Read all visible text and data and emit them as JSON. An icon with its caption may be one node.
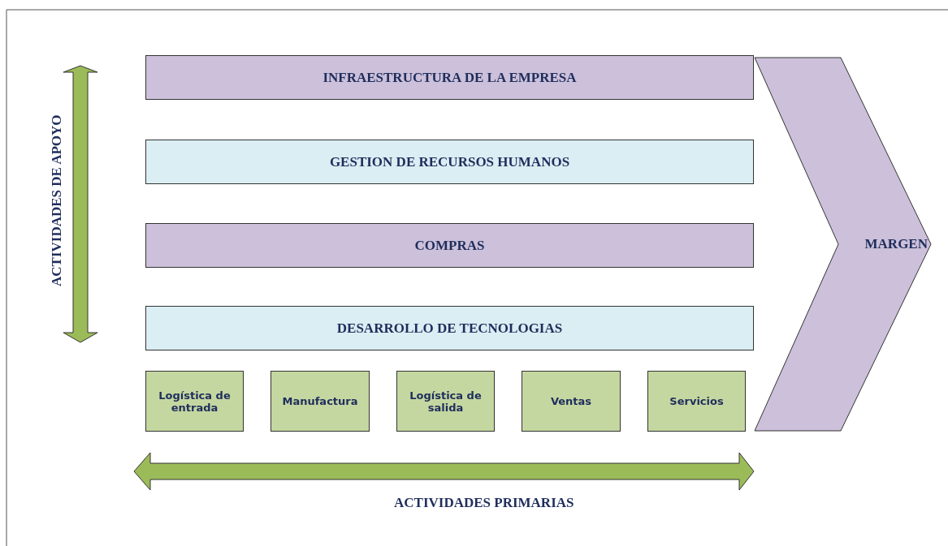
{
  "diagram": {
    "nodes": [
      {
        "text": [
          "INFRAESTRUCTURA DE LA EMPRESA"
        ]
      },
      {
        "text": [
          "GESTION DE RECURSOS HUMANOS"
        ]
      },
      {
        "text": [
          "COMPRAS"
        ]
      },
      {
        "text": [
          "DESARROLLO DE TECNOLOGIAS"
        ]
      },
      {
        "text": [
          "Logística de entrada"
        ]
      },
      {
        "text": [
          "Manufactura"
        ]
      },
      {
        "text": [
          "Logística de salida"
        ]
      },
      {
        "text": [
          "Ventas"
        ]
      },
      {
        "text": [
          "Servicios"
        ]
      },
      {
        "text": [
          "MARGEN"
        ]
      }
    ],
    "edges": [],
    "labels": [
      "ACTIVIDADES DE APOYO",
      "ACTIVIDADES PRIMARIAS"
    ]
  }
}
